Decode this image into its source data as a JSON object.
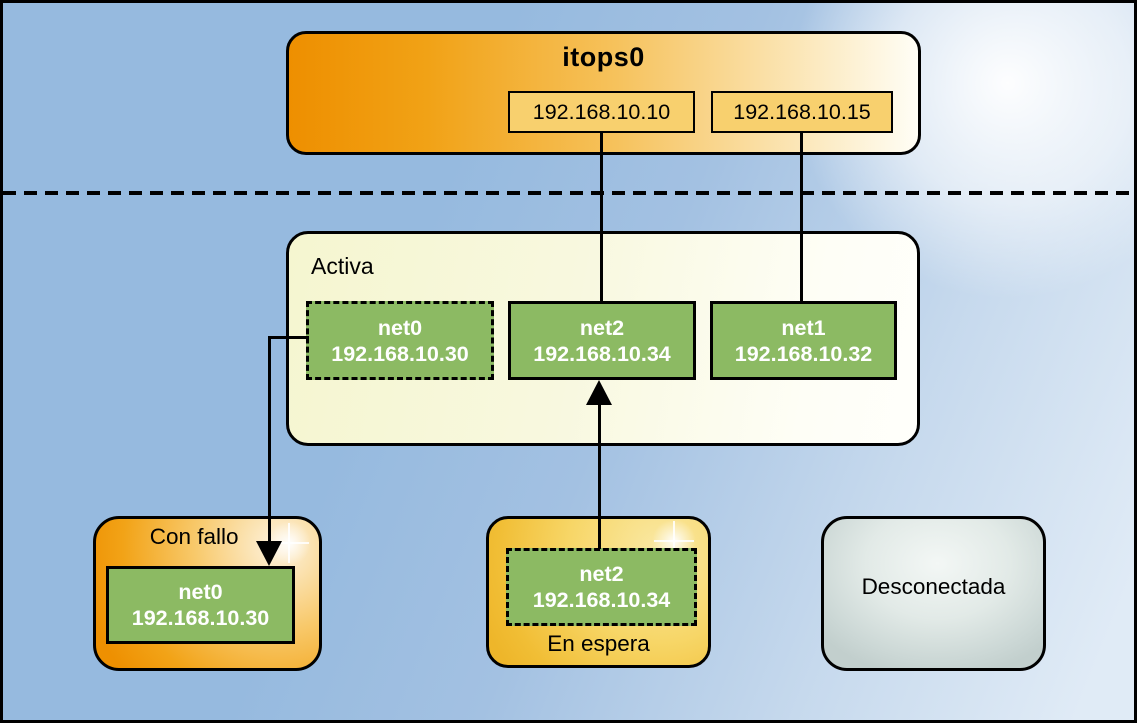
{
  "group": {
    "name": "itops0",
    "data_addresses": [
      "192.168.10.10",
      "192.168.10.15"
    ]
  },
  "states": {
    "active": {
      "label": "Activa",
      "interfaces": [
        {
          "name": "net0",
          "address": "192.168.10.30",
          "border": "dashed"
        },
        {
          "name": "net2",
          "address": "192.168.10.34",
          "border": "solid"
        },
        {
          "name": "net1",
          "address": "192.168.10.32",
          "border": "solid"
        }
      ]
    },
    "failed": {
      "label": "Con fallo",
      "interface": {
        "name": "net0",
        "address": "192.168.10.30",
        "border": "solid"
      }
    },
    "standby": {
      "label": "En espera",
      "interface": {
        "name": "net2",
        "address": "192.168.10.34",
        "border": "dashed"
      }
    },
    "offline": {
      "label": "Desconectada"
    }
  },
  "colors": {
    "group_fill": "#EE8F00",
    "address_fill": "#F8D06E",
    "interface_fill": "#8CBA63",
    "active_fill": "#F5F6D0",
    "failed_fill": "#EE9001",
    "standby_fill": "#EEB62A",
    "offline_fill": "#C2CFCD",
    "background": "#96BADF",
    "line": "#000000"
  }
}
